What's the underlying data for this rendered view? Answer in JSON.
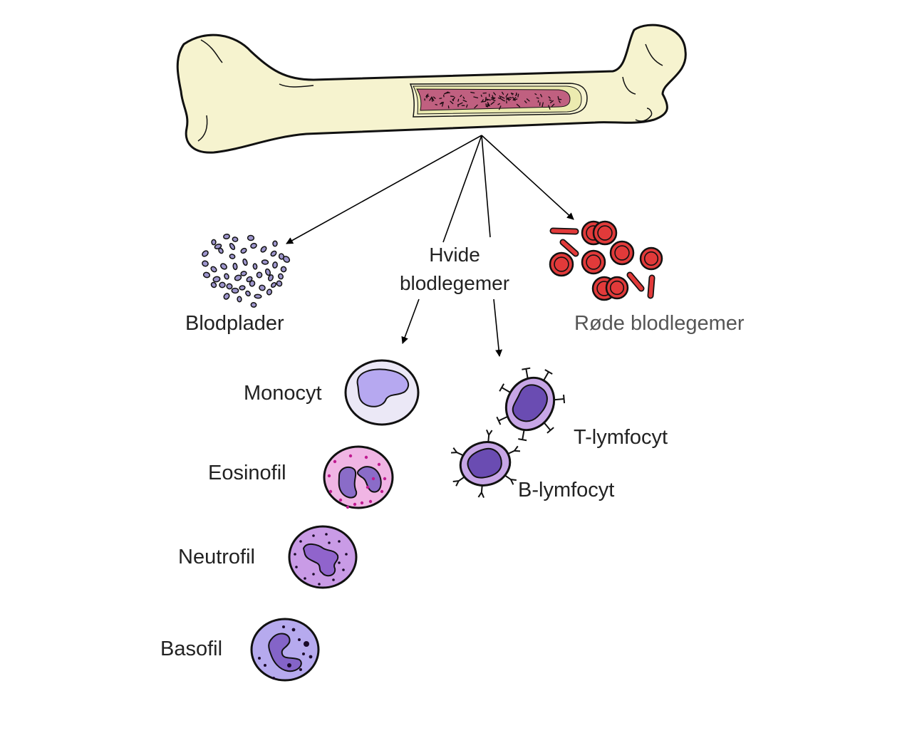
{
  "title": "Bone marrow blood cell production",
  "colors": {
    "bone_fill": "#f6f3cf",
    "marrow_fill": "#c06080",
    "marrow_rim": "#ecebb0",
    "platelet_fill": "#9d95cc",
    "rbc_fill": "#e23a3a",
    "monocyte_cyto": "#ebe8f6",
    "monocyte_nucleus": "#b6a8f0",
    "eosinophil_cyto": "#f0b5e4",
    "eosinophil_nucleus": "#8a6cc8",
    "eosinophil_granule": "#c01a90",
    "neutrophil_cyto": "#c99be6",
    "neutrophil_nucleus": "#9064cc",
    "basophil_cyto": "#b6aaee",
    "basophil_nucleus": "#8464c8",
    "lymphocyte_cyto": "#c7a6e6",
    "lymphocyte_nucleus": "#6a4cb2",
    "label_text": "#222222",
    "rbc_label_text": "#555555"
  },
  "source": {
    "name": "bone",
    "label": ""
  },
  "groups": {
    "platelets": {
      "label": "Blodplader"
    },
    "white_cells": {
      "label": "Hvide\nblodlegemer"
    },
    "red_cells": {
      "label": "Røde blodlegemer"
    }
  },
  "white_cell_types": [
    {
      "id": "monocyte",
      "label": "Monocyt"
    },
    {
      "id": "eosinophil",
      "label": "Eosinofil"
    },
    {
      "id": "neutrophil",
      "label": "Neutrofil"
    },
    {
      "id": "basophil",
      "label": "Basofil"
    },
    {
      "id": "t-lymphocyte",
      "label": "T-lymfocyt"
    },
    {
      "id": "b-lymphocyte",
      "label": "B-lymfocyt"
    }
  ],
  "edges": [
    {
      "from": "bone",
      "to": "platelets"
    },
    {
      "from": "bone",
      "to": "white_cells"
    },
    {
      "from": "bone",
      "to": "red_cells"
    },
    {
      "from": "white_cells",
      "to": "myeloid"
    },
    {
      "from": "white_cells",
      "to": "lymphoid"
    }
  ]
}
